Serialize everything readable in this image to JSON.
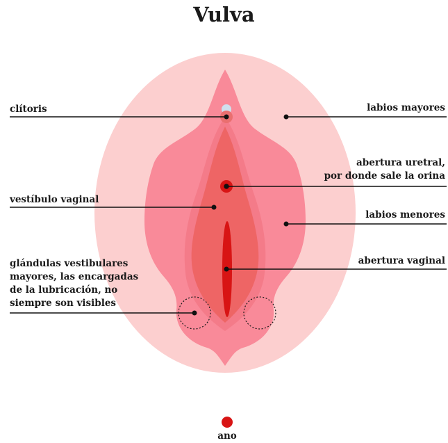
{
  "title": "Vulva",
  "labels": {
    "clitoris": "clítoris",
    "labia_majora": "labios mayores",
    "urethral_opening": "abertura uretral,\npor donde sale la orina",
    "vaginal_vestibule": "vestíbulo vaginal",
    "labia_minora": "labios menores",
    "bartholin_glands": "glándulas vestibulares\nmayores, las encargadas\nde la lubricación, no\nsiempre son visibles",
    "vaginal_opening": "abertura vaginal",
    "anus": "ano"
  },
  "colors": {
    "labia_majora": "#fccfcf",
    "labia_minora": "#f98a99",
    "inner_fold": "#f47b89",
    "vestibule": "#ee6565",
    "vaginal_opening": "#d81414",
    "anus": "#d81414",
    "clitoris": "#ea6f6f",
    "clitoral_hood_highlight": "#cfe0ee",
    "leader_lines": "#111111"
  }
}
